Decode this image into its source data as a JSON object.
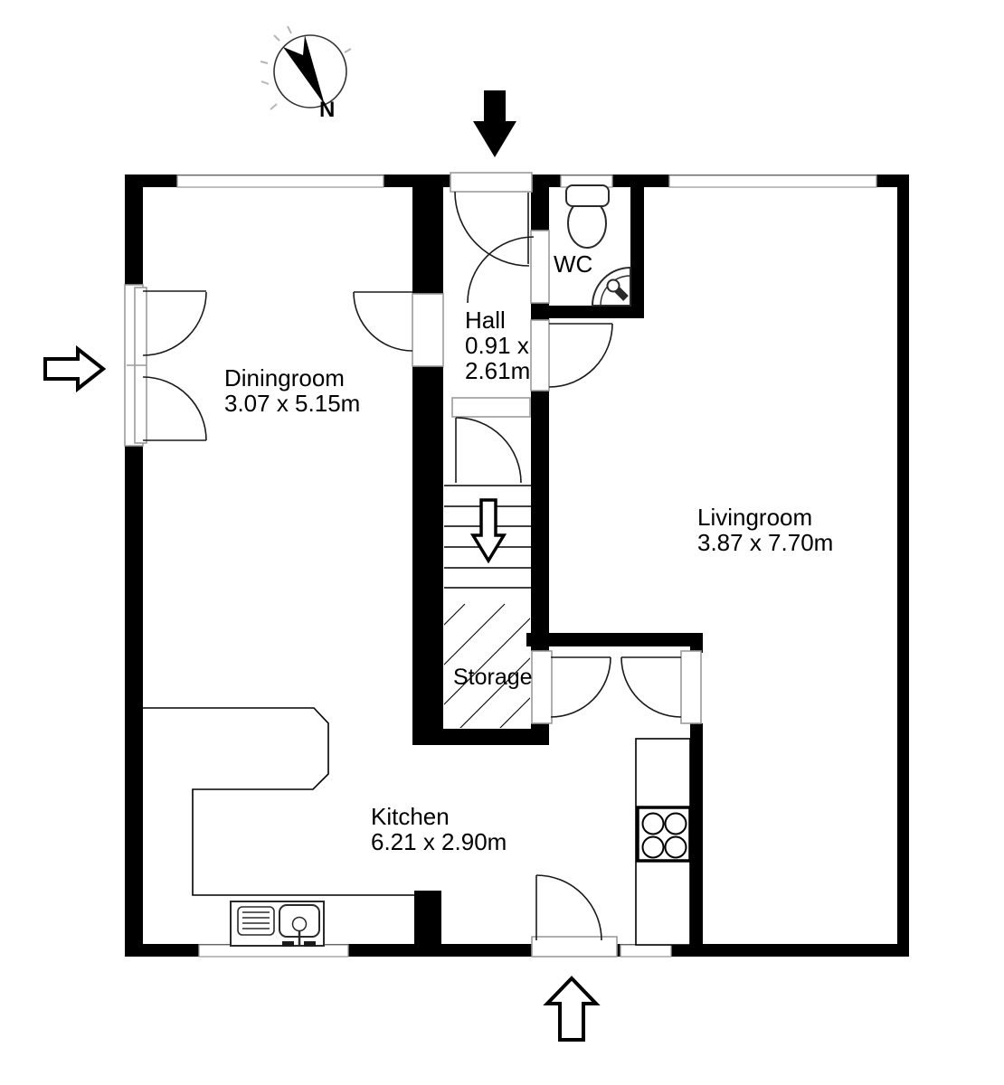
{
  "compass": {
    "north_label": "N"
  },
  "rooms": {
    "diningroom": {
      "name": "Diningroom",
      "dimensions": "3.07 x 5.15m"
    },
    "hall": {
      "name": "Hall",
      "dimensions_line1": "0.91 x",
      "dimensions_line2": "2.61m"
    },
    "wc": {
      "name": "WC"
    },
    "livingroom": {
      "name": "Livingroom",
      "dimensions": "3.87 x 7.70m"
    },
    "storage": {
      "name": "Storage"
    },
    "kitchen": {
      "name": "Kitchen",
      "dimensions": "6.21 x 2.90m"
    }
  },
  "colors": {
    "wall": "#000000",
    "background": "#ffffff",
    "frame_gray": "#9b9b9b"
  }
}
